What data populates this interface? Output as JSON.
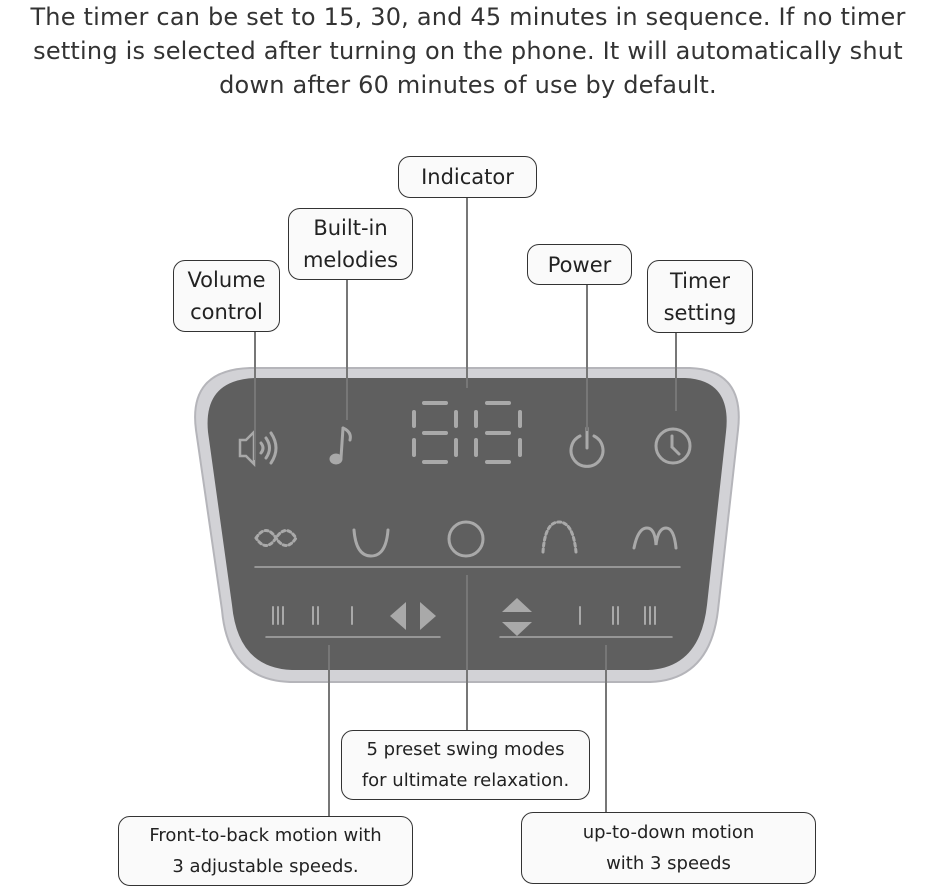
{
  "headline": "The timer can be set to 15, 30, and 45 minutes in sequence. If no timer setting is selected after turning on the phone. It will automatically shut down after 60 minutes of use by default.",
  "callouts": {
    "indicator": "Indicator",
    "melodies": "Built-in\nmelodies",
    "volume": "Volume\ncontrol",
    "power": "Power",
    "timer": "Timer\nsetting",
    "swing_modes": "5 preset swing modes\nfor ultimate relaxation.",
    "front_back": "Front-to-back motion with\n3 adjustable speeds.",
    "up_down": "up-to-down motion\nwith 3 speeds"
  },
  "colors": {
    "panel": "#5f5f5f",
    "bezel": "#c9c9cc",
    "glyph": "#a9a9a9"
  },
  "icons": [
    "volume-icon",
    "music-note-icon",
    "seven-segment-display",
    "power-icon",
    "clock-icon",
    "infinity-swing-icon",
    "u-swing-icon",
    "circle-swing-icon",
    "arch-swing-icon",
    "double-arch-swing-icon",
    "left-right-arrows-icon",
    "up-down-arrows-icon"
  ]
}
